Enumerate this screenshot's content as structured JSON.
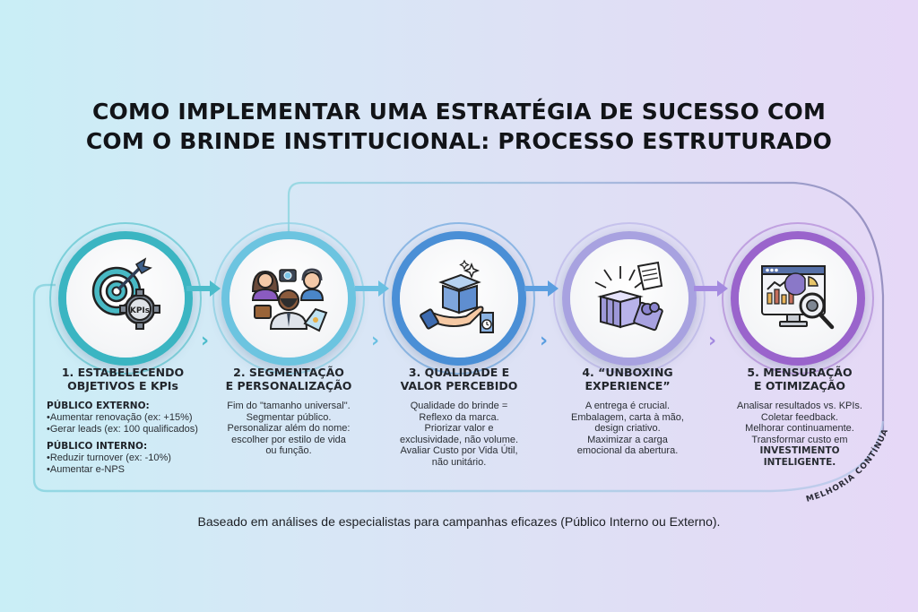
{
  "title": {
    "line1": "COMO IMPLEMENTAR UMA ESTRATÉGIA DE SUCESSO COM",
    "line2": "COM O BRINDE INSTITUCIONAL: PROCESSO ESTRUTURADO"
  },
  "colors": {
    "background_left": "#c9eef6",
    "background_right": "#e6d8f7",
    "step1": "#3bb5c2",
    "step2": "#6cc4e0",
    "step3": "#4a8fd6",
    "step4": "#a8a2e0",
    "step5": "#9a64cc",
    "loop_line": "#8fb4d8"
  },
  "steps": [
    {
      "number": "1",
      "icon": "target-kpi-gear-icon",
      "icon_label": "KPIs",
      "title_line1": "1. ESTABELECENDO",
      "title_line2": "OBJETIVOS E KPIs",
      "groups": [
        {
          "label": "PÚBLICO EXTERNO:",
          "items": [
            "Aumentar renovação (ex: +15%)",
            "Gerar leads (ex: 100 qualificados)"
          ]
        },
        {
          "label": "PÚBLICO INTERNO:",
          "items": [
            "Reduzir turnover (ex: -10%)",
            "Aumentar e-NPS"
          ]
        }
      ]
    },
    {
      "number": "2",
      "icon": "people-segmentation-icon",
      "title_line1": "2. SEGMENTAÇÃO",
      "title_line2": "E PERSONALIZAÇÃO",
      "body": [
        "Fim do \"tamanho universal\".",
        "Segmentar público.",
        "Personalizar além do nome:",
        "escolher por estilo de vida",
        "ou função."
      ]
    },
    {
      "number": "3",
      "icon": "hand-gift-box-icon",
      "title_line1": "3. QUALIDADE E",
      "title_line2": "VALOR PERCEBIDO",
      "body": [
        "Qualidade do brinde =",
        "Reflexo da marca.",
        "Priorizar valor e",
        "exclusividade, não volume.",
        "Avaliar Custo por Vida Útil,",
        "não unitário."
      ]
    },
    {
      "number": "4",
      "icon": "unboxing-gift-icon",
      "title_line1": "4. “UNBOXING",
      "title_line2": "EXPERIENCE”",
      "body": [
        "A entrega é crucial.",
        "Embalagem, carta à mão,",
        "design criativo.",
        "Maximizar a carga",
        "emocional da abertura."
      ]
    },
    {
      "number": "5",
      "icon": "analytics-monitor-icon",
      "title_line1": "5. MENSURAÇÃO",
      "title_line2": "E OTIMIZAÇÃO",
      "body": [
        "Analisar resultados vs. KPIs.",
        "Coletar feedback.",
        "Melhorar continuamente.",
        "Transformar custo em"
      ],
      "body_bold": [
        "INVESTIMENTO",
        "INTELIGENTE."
      ]
    }
  ],
  "loop_label": "MELHORIA CONTÍNUA",
  "footer": "Baseado em análises de especialistas para campanhas eficazes (Público Interno ou Externo)."
}
